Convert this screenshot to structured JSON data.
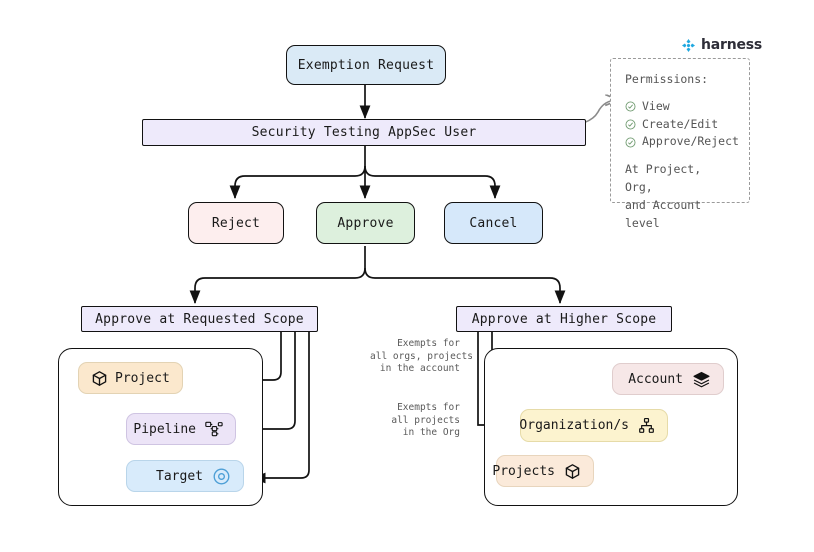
{
  "brand": {
    "name": "harness",
    "color": "#1fa8e0"
  },
  "flow": {
    "root": {
      "label": "Exemption Request",
      "color": "#daeaf6"
    },
    "actor": {
      "label": "Security Testing AppSec User",
      "color": "#eeeafb"
    },
    "actions": [
      {
        "label": "Reject",
        "color": "#fdeeee"
      },
      {
        "label": "Approve",
        "color": "#ddf0dd"
      },
      {
        "label": "Cancel",
        "color": "#d6e8fa"
      }
    ],
    "scopes": [
      {
        "label": "Approve at Requested Scope",
        "color": "#eeeafb"
      },
      {
        "label": "Approve at Higher Scope",
        "color": "#eeeafb"
      }
    ]
  },
  "permissions": {
    "title": "Permissions:",
    "items": [
      "View",
      "Create/Edit",
      "Approve/Reject"
    ],
    "footer_line1": "At Project, Org,",
    "footer_line2": "and Account level",
    "check_color": "#6f9a6f"
  },
  "requested_scope": {
    "nodes": [
      {
        "label": "Project",
        "icon": "cube-icon",
        "color": "#fbe8cd"
      },
      {
        "label": "Pipeline",
        "icon": "pipeline-icon",
        "color": "#ece4f7"
      },
      {
        "label": "Target",
        "icon": "target-icon",
        "color": "#d8ebfb"
      }
    ]
  },
  "higher_scope": {
    "nodes": [
      {
        "label": "Account",
        "icon": "layers-icon",
        "color": "#f6e7e7"
      },
      {
        "label": "Organization/s",
        "icon": "orgchart-icon",
        "color": "#fcf3cf"
      },
      {
        "label": "Projects",
        "icon": "cube-icon",
        "color": "#fbeada"
      }
    ],
    "edge_labels": [
      "Exempts for\nall orgs, projects\nin the account",
      "Exempts for\nall projects\nin the Org"
    ]
  }
}
